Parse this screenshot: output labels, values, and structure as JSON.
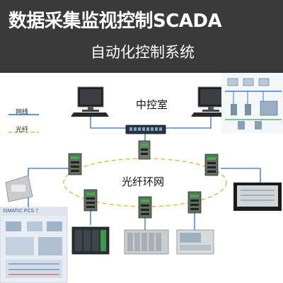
{
  "banner": {
    "title": "数据采集监视控制SCADA",
    "subtitle": "自动化控制系统"
  },
  "diagram": {
    "control_room_label": "中控室",
    "ring_label": "光纤环网"
  },
  "legend": {
    "network_label": "网线",
    "fiber_label": "光纤",
    "network_color": "#2f6fc4",
    "fiber_color": "#e0b83a"
  },
  "thumbnail": {
    "software_title": "SIMATIC PCS 7"
  }
}
